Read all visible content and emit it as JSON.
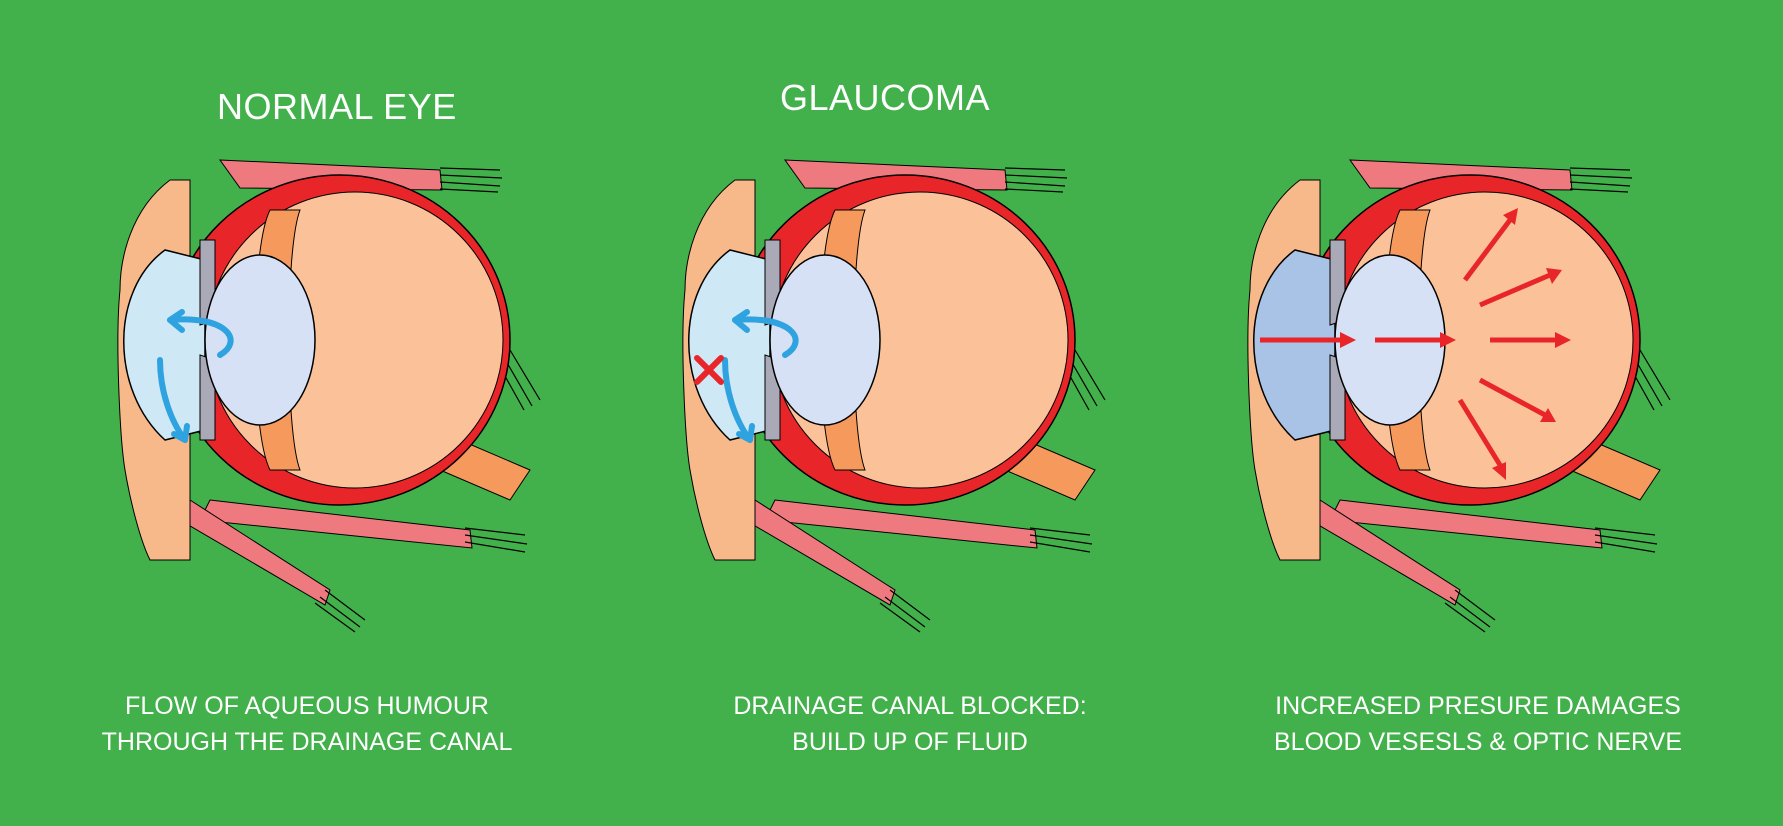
{
  "titles": {
    "normal": "NORMAL EYE",
    "glaucoma": "GLAUCOMA"
  },
  "captions": [
    {
      "line1": "FLOW OF AQUEOUS HUMOUR",
      "line2": "THROUGH THE DRAINAGE CANAL"
    },
    {
      "line1": "DRAINAGE CANAL BLOCKED:",
      "line2": "BUILD UP OF FLUID"
    },
    {
      "line1": "INCREASED PRESURE DAMAGES",
      "line2": "BLOOD VESESLS & OPTIC NERVE"
    }
  ],
  "colors": {
    "background": "#43b14b",
    "sclera": "#e8262a",
    "vitreous": "#fbc29a",
    "ciliary": "#f59a5c",
    "muscle": "#ee7a80",
    "lens": "#d6e1f5",
    "cornea": "#cfe8f5",
    "flow_arrow": "#2ea3e0",
    "pressure_arrow": "#e8262a",
    "skin": "#f7b98a"
  },
  "icons": {
    "flow": "blue-flow-arrow-icon",
    "blocked": "red-x-icon",
    "pressure": "red-pressure-arrow-icon"
  }
}
